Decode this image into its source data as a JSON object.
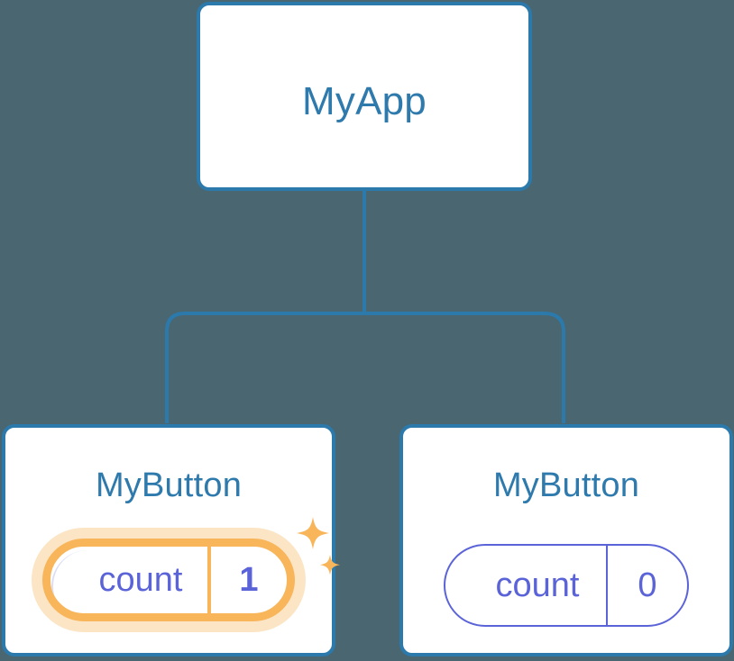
{
  "diagram": {
    "type": "component-tree",
    "background_color": "#4a6670",
    "edge_color": "#2c79ab",
    "title_color": "#2f7aad",
    "state_color": "#5b63d8",
    "highlight_color": "#f8b55a",
    "highlight_glow_color": "#fae0bb",
    "nodes": [
      {
        "id": "root",
        "title": "MyApp",
        "has_state": false,
        "highlighted": false
      },
      {
        "id": "child-left",
        "title": "MyButton",
        "has_state": true,
        "state_key": "count",
        "state_value": "1",
        "highlighted": true,
        "sparkle_icons": [
          "sparkle-large-icon",
          "sparkle-small-icon"
        ]
      },
      {
        "id": "child-right",
        "title": "MyButton",
        "has_state": true,
        "state_key": "count",
        "state_value": "0",
        "highlighted": false
      }
    ],
    "edges": [
      {
        "from": "root",
        "to": "child-left"
      },
      {
        "from": "root",
        "to": "child-right"
      }
    ]
  }
}
